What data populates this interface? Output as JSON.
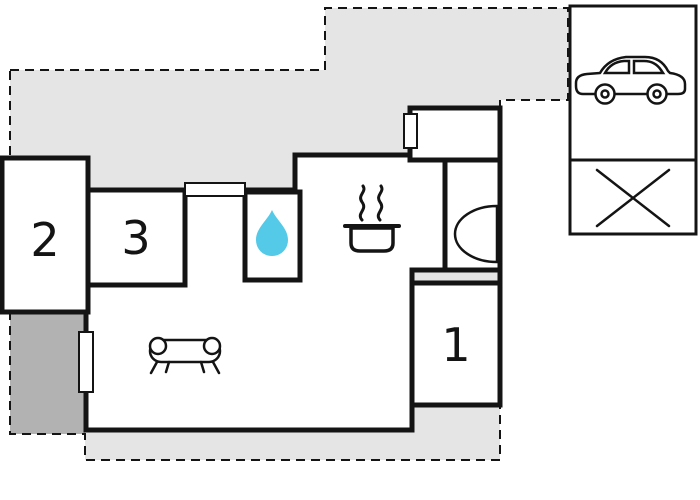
{
  "rooms": [
    {
      "name": "room-2",
      "label": "2"
    },
    {
      "name": "room-3",
      "label": "3"
    },
    {
      "name": "room-1",
      "label": "1"
    }
  ],
  "colors": {
    "background": "#ffffff",
    "plot": "#e5e5e5",
    "terrace": "#b2b2b2",
    "wall": "#141414",
    "water_drop": "#54c9e8",
    "shower": "#b5ecf7"
  },
  "icons": {
    "car": "car-icon",
    "storage_cross": "cross-icon",
    "water_drop": "water-drop-icon",
    "cooking_pot": "cooking-pot-icon",
    "steam": "steam-icon",
    "corner_shower": "shower-icon",
    "sofa": "sofa-icon",
    "windows": "window-icon"
  }
}
